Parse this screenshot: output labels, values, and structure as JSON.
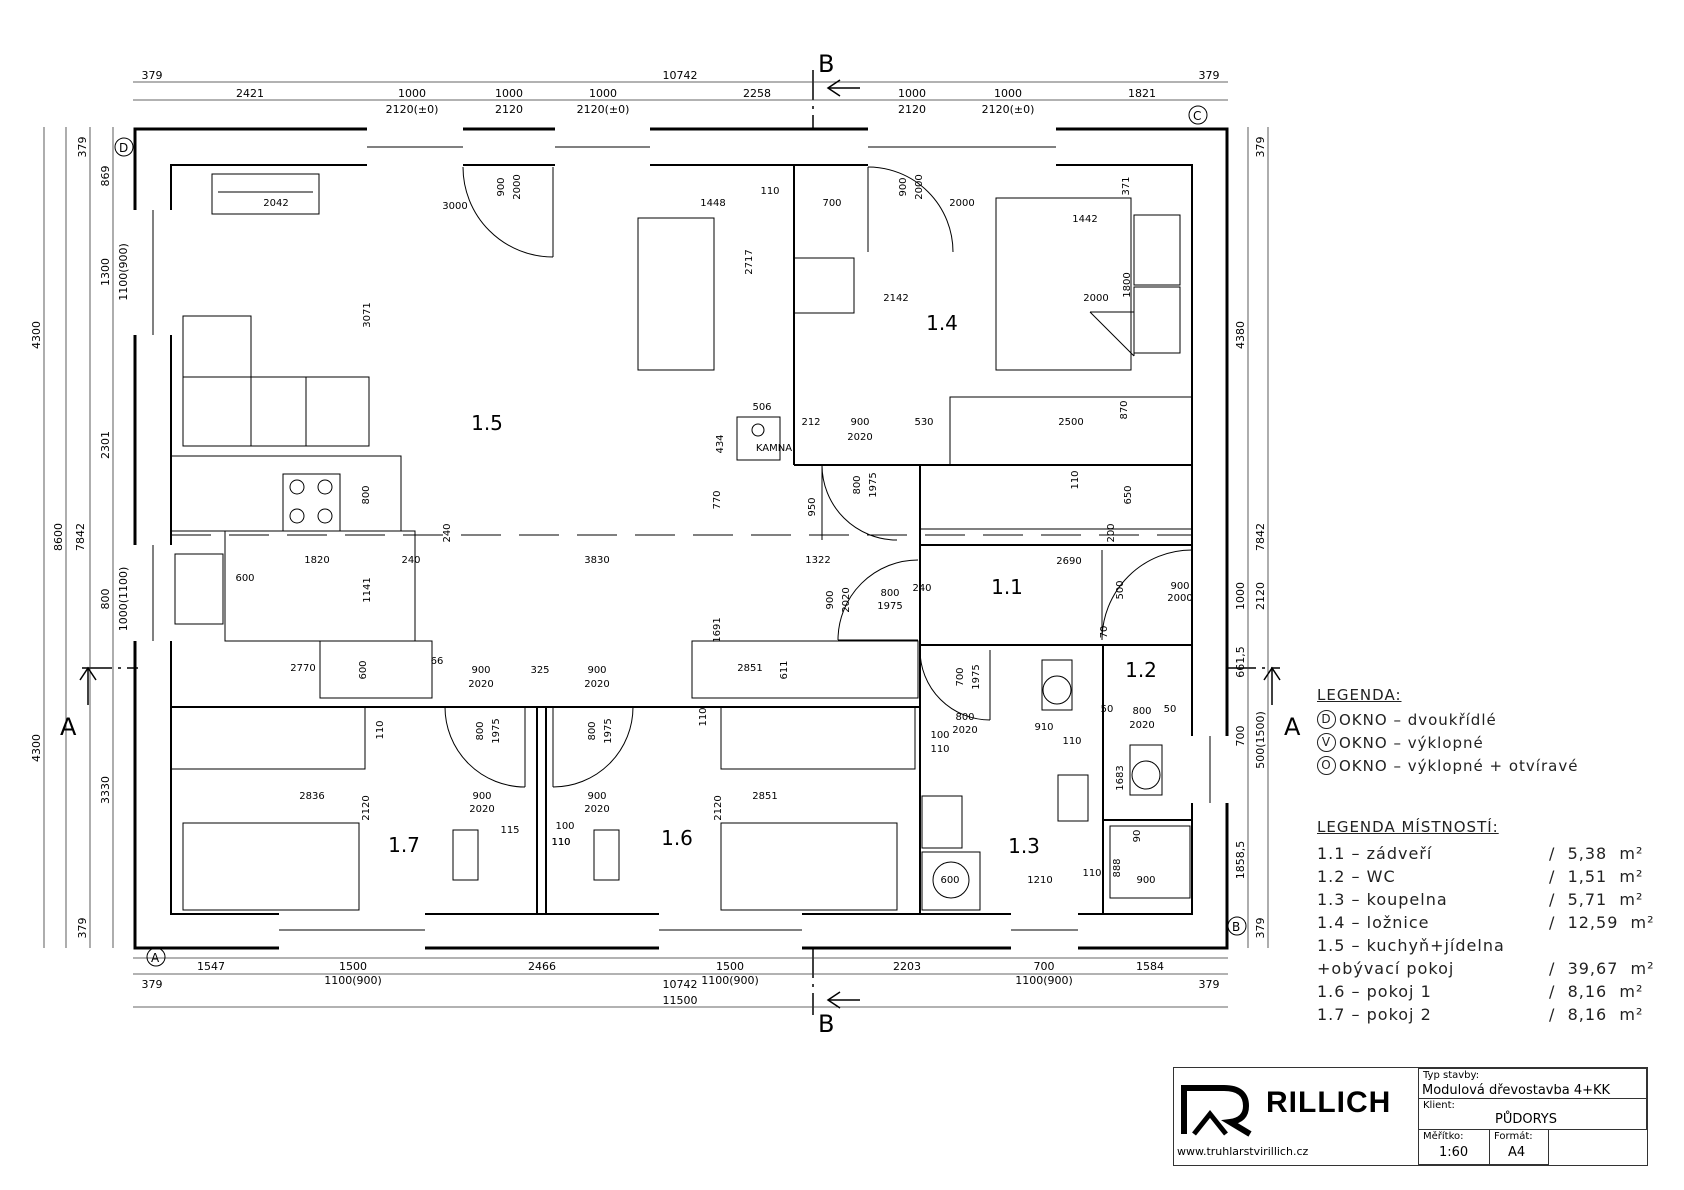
{
  "section_marks": {
    "b": "B",
    "a": "A"
  },
  "corners": {
    "a": "A",
    "b": "B",
    "c": "C",
    "d": "D"
  },
  "dims_top": {
    "left_379": "379",
    "total": "10742",
    "right_379": "379",
    "s1": "2421",
    "s2_a": "1000",
    "s2_b": "2120(±0)",
    "s3_a": "1000",
    "s3_b": "2120",
    "s4_a": "1000",
    "s4_b": "2120(±0)",
    "s5": "2258",
    "s6_a": "1000",
    "s6_b": "2120",
    "s7_a": "1000",
    "s7_b": "2120(±0)",
    "s8": "1821"
  },
  "dims_bottom": {
    "s1": "1547",
    "s2_a": "1500",
    "s2_b": "1100(900)",
    "s3": "2466",
    "s4_a": "1500",
    "s4_b": "1100(900)",
    "s5": "2203",
    "s6_a": "700",
    "s6_b": "1100(900)",
    "s7": "1584",
    "left_379": "379",
    "total": "10742",
    "right_379": "379",
    "overall": "11500"
  },
  "dims_left": {
    "a": "379",
    "b": "869",
    "c": "1300",
    "c2": "1100(900)",
    "d": "2301",
    "e": "800",
    "e2": "1000(1100)",
    "f": "3330",
    "g": "379",
    "h1": "4300",
    "h2": "4300",
    "i1": "8600",
    "i2": "7842"
  },
  "dims_right": {
    "a": "379",
    "b": "4380",
    "c": "7842",
    "d": "1000",
    "d2": "2120",
    "e": "661,5",
    "f": "700",
    "f2": "500(1500)",
    "g": "1858,5",
    "h": "379"
  },
  "rooms": {
    "r11": "1.1",
    "r12": "1.2",
    "r13": "1.3",
    "r14": "1.4",
    "r15": "1.5",
    "r16": "1.6",
    "r17": "1.7"
  },
  "inner_dims": [
    "2042",
    "3000",
    "900",
    "2000",
    "1448",
    "110",
    "700",
    "900",
    "2000",
    "2000",
    "371",
    "1442",
    "2717",
    "3071",
    "2142",
    "2000",
    "1800",
    "506",
    "434",
    "KAMNA",
    "212",
    "900",
    "2020",
    "530",
    "2500",
    "870",
    "800",
    "800",
    "1975",
    "950",
    "110",
    "650",
    "240",
    "1820",
    "240",
    "3830",
    "1322",
    "200",
    "2690",
    "600",
    "1141",
    "770",
    "900",
    "2020",
    "800",
    "1975",
    "240",
    "500",
    "900",
    "2000",
    "1691",
    "70",
    "2770",
    "600",
    "66",
    "900",
    "2020",
    "325",
    "900",
    "2020",
    "2851",
    "611",
    "700",
    "1975",
    "110",
    "800",
    "1975",
    "800",
    "1975",
    "110",
    "100",
    "800",
    "2020",
    "910",
    "50",
    "800",
    "50",
    "2020",
    "110",
    "110",
    "2836",
    "2120",
    "900",
    "2020",
    "115",
    "110",
    "100",
    "110",
    "900",
    "2020",
    "2120",
    "2851",
    "1683",
    "888",
    "90",
    "900",
    "1210",
    "110",
    "600"
  ],
  "legend": {
    "title": "LEGENDA:",
    "items": [
      {
        "symbol": "D",
        "text": "OKNO – dvoukřídlé"
      },
      {
        "symbol": "V",
        "text": "OKNO – výklopné"
      },
      {
        "symbol": "O",
        "text": "OKNO – výklopné + otvíravé"
      }
    ]
  },
  "rooms_legend": {
    "title": "LEGENDA MÍSTNOSTÍ:",
    "items": [
      {
        "label": "1.1  –  zádveří",
        "area": "/  5,38  m²"
      },
      {
        "label": "1.2  –  WC",
        "area": "/  1,51  m²"
      },
      {
        "label": "1.3  –  koupelna",
        "area": "/  5,71  m²"
      },
      {
        "label": "1.4  –  ložnice",
        "area": "/  12,59  m²"
      },
      {
        "label": "1.5  –  kuchyň+jídelna",
        "area": ""
      },
      {
        "label": "+obývací pokoj",
        "area": "/  39,67  m²"
      },
      {
        "label": "1.6  –  pokoj 1",
        "area": "/  8,16  m²"
      },
      {
        "label": "1.7  –  pokoj 2",
        "area": "/  8,16  m²"
      }
    ]
  },
  "titleblock": {
    "company": "RILLICH",
    "url": "www.truhlarstvirillich.cz",
    "type_label": "Typ stavby:",
    "type_value": "Modulová dřevostavba 4+KK",
    "client_label": "Klient:",
    "drawing": "PŮDORYS",
    "scale_label": "Měřítko:",
    "scale_value": "1:60",
    "format_label": "Formát:",
    "format_value": "A4"
  }
}
